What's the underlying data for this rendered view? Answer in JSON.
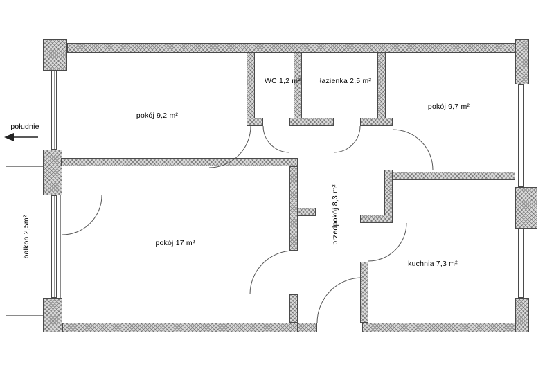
{
  "floorplan": {
    "rooms": {
      "room_top_left": {
        "label": "pokój 9,2 m²"
      },
      "wc": {
        "label": "WC 1,2 m²"
      },
      "bathroom": {
        "label": "łazienka 2,5 m²"
      },
      "room_top_right": {
        "label": "pokój 9,7 m²"
      },
      "room_large": {
        "label": "pokój 17 m²"
      },
      "hallway": {
        "label": "przedpokój 8,3 m²"
      },
      "kitchen": {
        "label": "kuchnia 7,3 m²"
      },
      "balcony": {
        "label": "balkon 2,5m²"
      }
    },
    "orientation": {
      "label": "południe",
      "arrow_direction": "left"
    },
    "colors": {
      "wall_fill": "#d9d9d9",
      "wall_hatch": "#7f7f7f",
      "outline": "#3f3f3f"
    }
  }
}
